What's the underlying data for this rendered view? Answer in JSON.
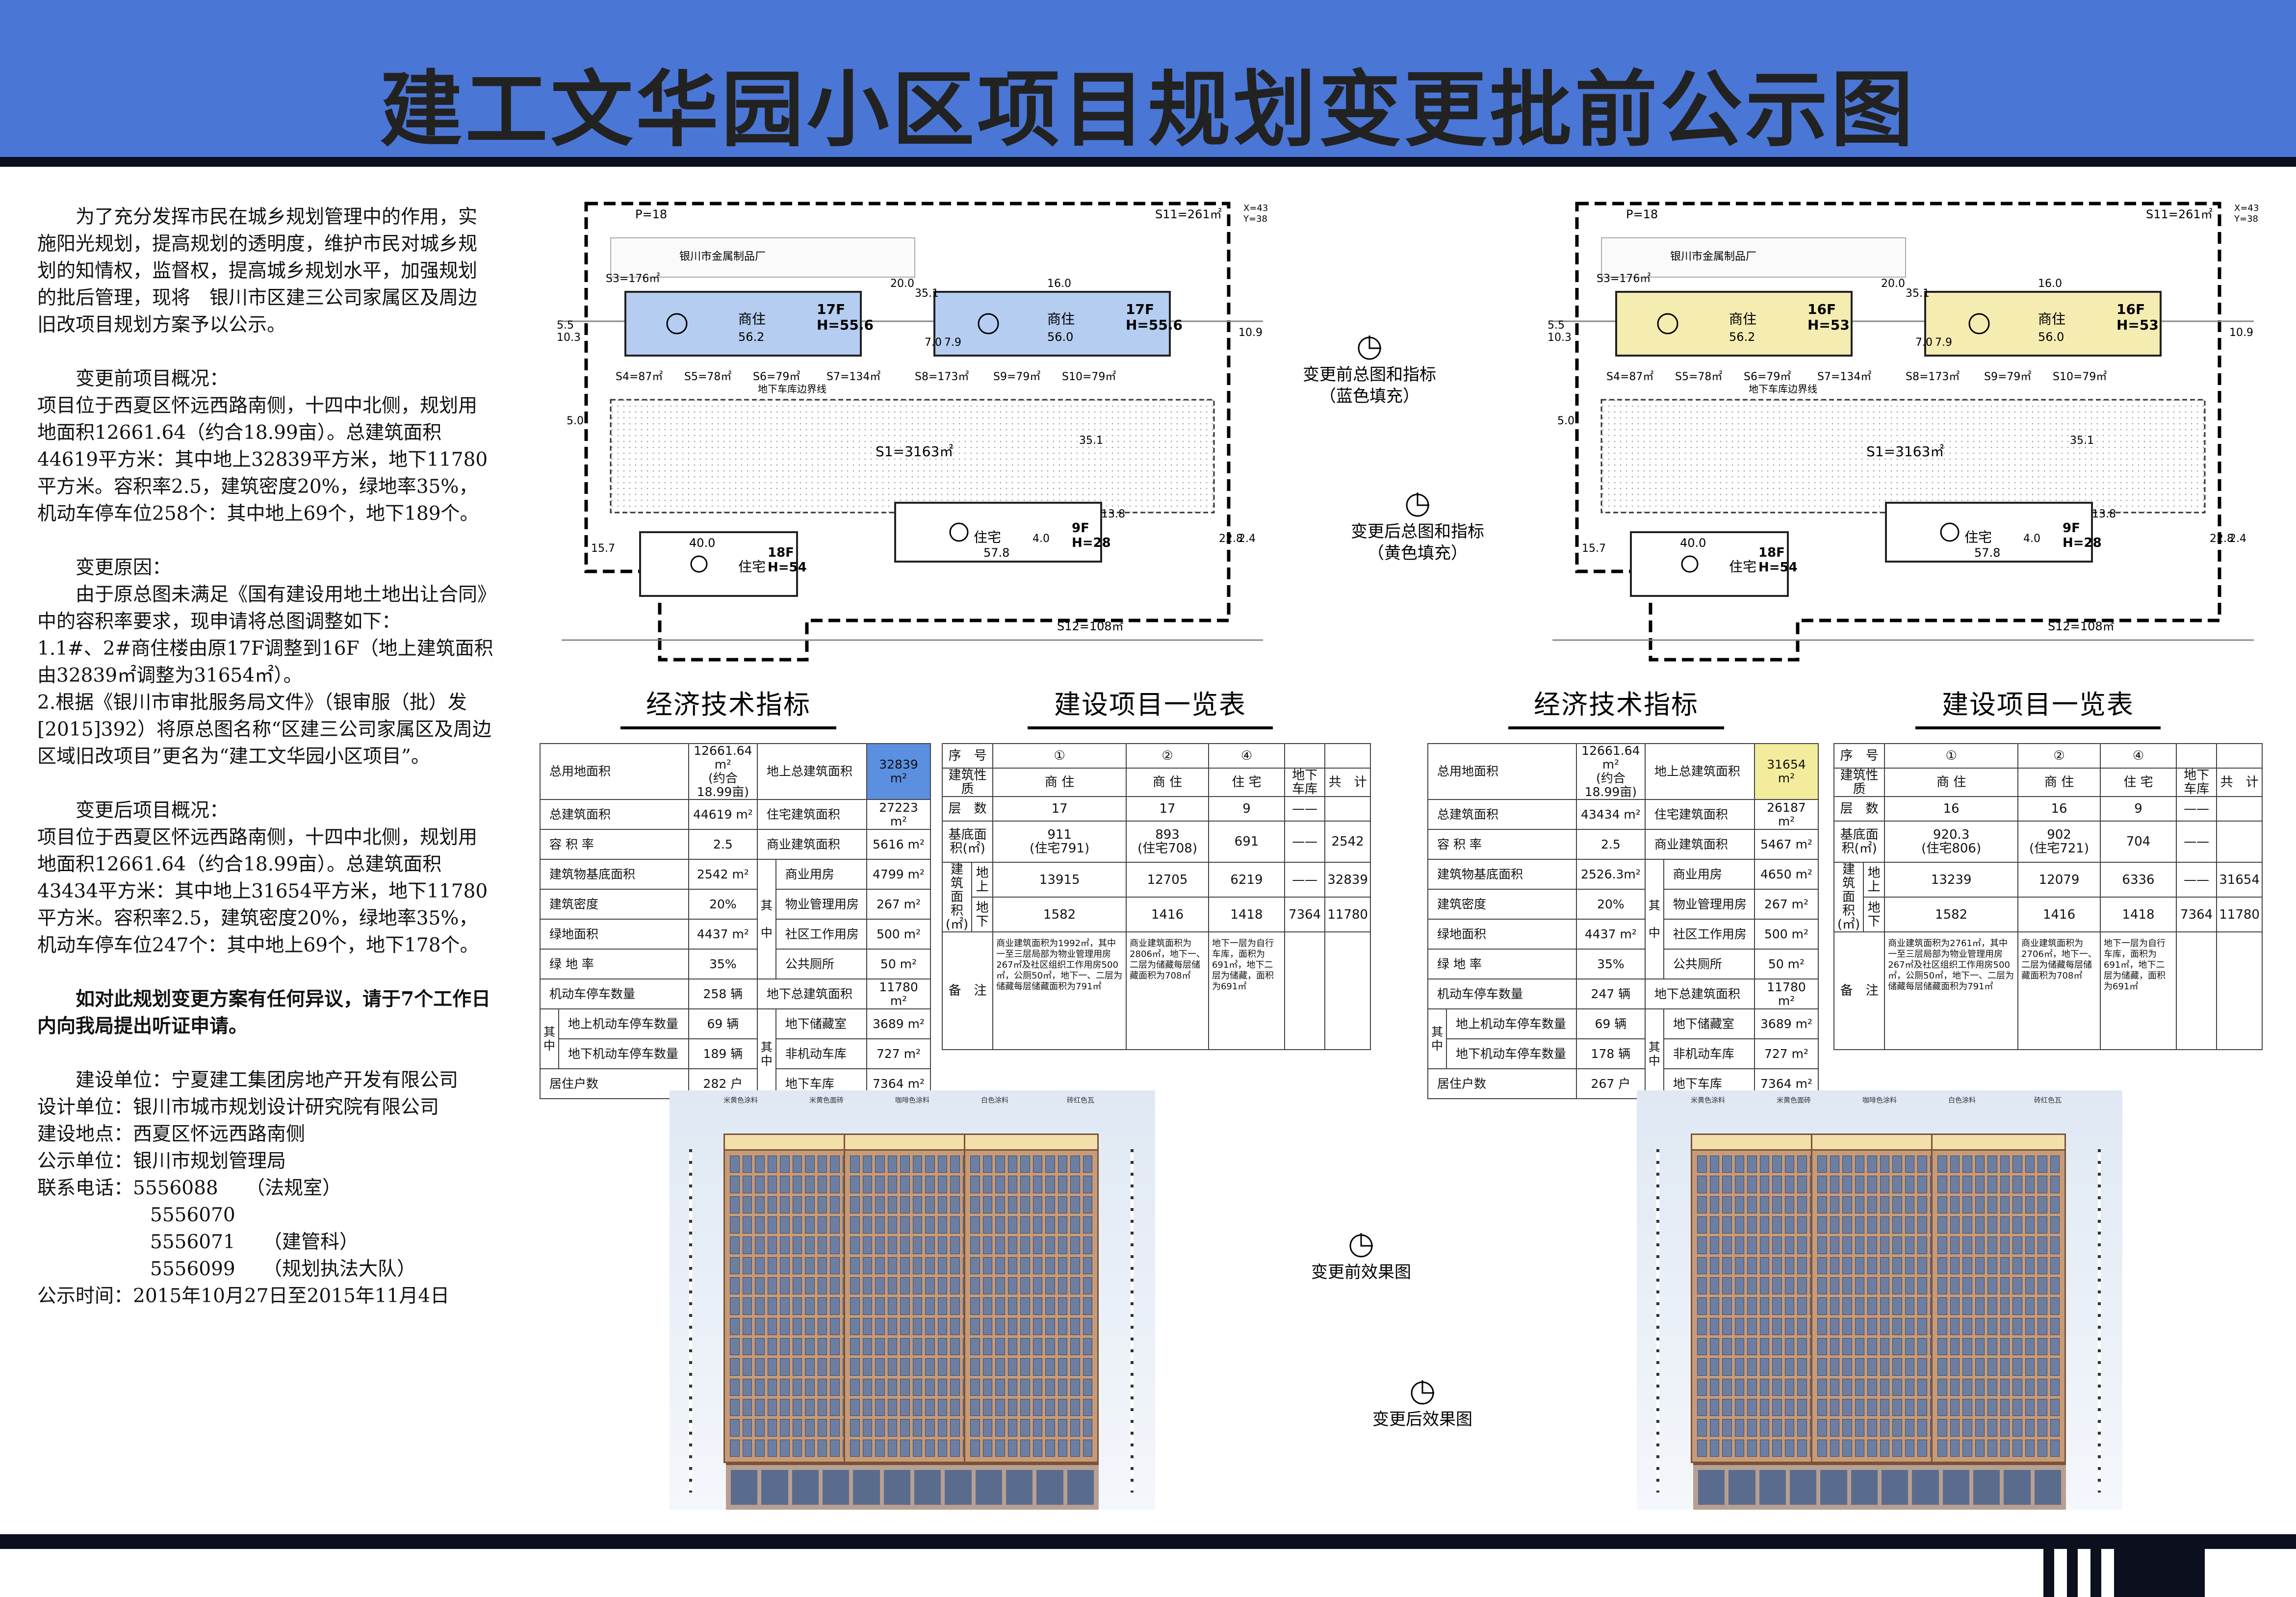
{
  "header": {
    "title": "建工文华园小区项目规划变更批前公示图"
  },
  "notice": {
    "intro": "为了充分发挥市民在城乡规划管理中的作用，实施阳光规划，提高规划的透明度，维护市民对城乡规划的知情权，监督权，提高城乡规划水平，加强规划的批后管理，现将　银川市区建三公司家属区及周边旧改项目规划方案予以公示。",
    "before_heading": "变更前项目概况：",
    "before_text": "项目位于西夏区怀远西路南侧，十四中北侧，规划用地面积12661.64（约合18.99亩）。总建筑面积44619平方米：其中地上32839平方米，地下11780平方米。容积率2.5，建筑密度20%，绿地率35%，机动车停车位258个：其中地上69个，地下189个。",
    "reason_heading": "变更原因：",
    "reason_text": "由于原总图未满足《国有建设用地土地出让合同》中的容积率要求，现申请将总图调整如下：",
    "reason_1": "1.1#、2#商住楼由原17F调整到16F（地上建筑面积由32839㎡调整为31654㎡）。",
    "reason_2": "2.根据《银川市审批服务局文件》（银审服（批）发[2015]392）将原总图名称“区建三公司家属区及周边区域旧改项目”更名为“建工文华园小区项目”。",
    "after_heading": "变更后项目概况：",
    "after_text": "项目位于西夏区怀远西路南侧，十四中北侧，规划用地面积12661.64（约合18.99亩）。总建筑面积43434平方米：其中地上31654平方米，地下11780平方米。容积率2.5，建筑密度20%，绿地率35%，机动车停车位247个：其中地上69个，地下178个。",
    "objection": "如对此规划变更方案有任何异议，请于7个工作日内向我局提出听证申请。",
    "builder": "建设单位：宁夏建工集团房地产开发有限公司",
    "designer": "设计单位：银川市城市规划设计研究院有限公司",
    "location": "建设地点：西夏区怀远西路南侧",
    "publisher": "公示单位：银川市规划管理局",
    "phone_label": "联系电话：",
    "phones": [
      {
        "num": "5556088",
        "dept": "（法规室）"
      },
      {
        "num": "5556070",
        "dept": ""
      },
      {
        "num": "5556071",
        "dept": "（建管科）"
      },
      {
        "num": "5556099",
        "dept": "（规划执法大队）"
      }
    ],
    "period": "公示时间：2015年10月27日至2015年11月4日"
  },
  "plans": {
    "fill_before": "#b5cdf0",
    "fill_after": "#f5ecb2",
    "roads": {
      "north": "P=18",
      "south": "S12=108㎡",
      "parking": "S11=261㎡",
      "basement": "地下车库边界线"
    },
    "labels": {
      "lot": "S1=3163㎡",
      "factory": "银川市金属制品厂",
      "shop": "商住",
      "housing": "住宅",
      "north_label": "X=43\nY=38",
      "s_items": [
        "S3=176㎡",
        "S4=87㎡",
        "S5=78㎡",
        "S6=79㎡",
        "S7=134㎡",
        "S8=173㎡",
        "S9=79㎡",
        "S10=79㎡"
      ],
      "dims": [
        "56.2",
        "56.0",
        "57.8",
        "40.0",
        "16.0",
        "35.1",
        "22.8",
        "13.8",
        "15.7",
        "5.0",
        "10.9",
        "10.3",
        "5.5",
        "20.0",
        "7.0",
        "7.9",
        "4.0",
        "2.4"
      ],
      "low": "18F\nH=54",
      "mid": "9F\nH=28"
    },
    "before": {
      "b1": "17F\nH=55.6",
      "b2": "17F\nH=55.6"
    },
    "after": {
      "b1": "16F\nH=53",
      "b2": "16F\nH=53"
    }
  },
  "legends": {
    "before_plan": "变更前总图和指标\n（蓝色填充）",
    "after_plan": "变更后总图和指标\n（黄色填充）",
    "before_render": "变更前效果图",
    "after_render": "变更后效果图"
  },
  "sections": {
    "indicators": "经济技术指标",
    "projects": "建设项目一览表"
  },
  "indicators": {
    "side_qi": "其",
    "side_zhong": "中",
    "rows_left": [
      "总用地面积",
      "总建筑面积",
      "容 积 率",
      "建筑物基底面积",
      "建筑密度",
      "绿地面积",
      "绿 地 率",
      "机动车停车数量",
      "地上机动车停车数量",
      "地下机动车停车数量",
      "居住户数"
    ],
    "rows_right": [
      "地上总建筑面积",
      "住宅建筑面积",
      "商业建筑面积",
      "商业用房",
      "物业管理用房",
      "社区工作用房",
      "公共厕所",
      "地下总建筑面积",
      "地下储藏室",
      "非机动车库",
      "地下车库"
    ],
    "before": {
      "left_vals": [
        "12661.64 m²\n(约合18.99亩)",
        "44619 m²",
        "2.5",
        "2542 m²",
        "20%",
        "4437 m²",
        "35%",
        "258 辆",
        "69 辆",
        "189 辆",
        "282 户"
      ],
      "right_vals": [
        "32839 m²",
        "27223 m²",
        "5616 m²",
        "4799 m²",
        "267 m²",
        "500 m²",
        "50 m²",
        "11780 m²",
        "3689 m²",
        "727 m²",
        "7364 m²"
      ]
    },
    "after": {
      "left_vals": [
        "12661.64 m²\n(约合18.99亩)",
        "43434 m²",
        "2.5",
        "2526.3m²",
        "20%",
        "4437 m²",
        "35%",
        "247 辆",
        "69 辆",
        "178 辆",
        "267 户"
      ],
      "right_vals": [
        "31654 m²",
        "26187 m²",
        "5467 m²",
        "4650 m²",
        "267 m²",
        "500 m²",
        "50 m²",
        "11780 m²",
        "3689 m²",
        "727 m²",
        "7364 m²"
      ]
    }
  },
  "projects": {
    "col_no": "序　号",
    "nos": [
      "①",
      "②",
      "④"
    ],
    "col_nature": "建筑性质",
    "natures": [
      "商 住",
      "商 住",
      "住 宅"
    ],
    "garage": "地下车库",
    "total": "共　计",
    "floors": "层　数",
    "base": "基底面积(㎡)",
    "area": "建筑\n面积\n(㎡)",
    "above": "地上",
    "below": "地下",
    "remark": "备　注",
    "before": {
      "floors": [
        "17",
        "17",
        "9",
        "——",
        ""
      ],
      "base": [
        "911\n(住宅791)",
        "893\n(住宅708)",
        "691",
        "——",
        "2542"
      ],
      "above": [
        "13915",
        "12705",
        "6219",
        "——",
        "32839"
      ],
      "below": [
        "1582",
        "1416",
        "1418",
        "7364",
        "11780"
      ],
      "notes": [
        "商业建筑面积为1992㎡，其中一至三层局部为物业管理用房267㎡及社区组织工作用房500㎡，公厕50㎡，地下一、二层为储藏每层储藏面积为791㎡",
        "商业建筑面积为2806㎡，地下一、二层为储藏每层储藏面积为708㎡",
        "地下一层为自行车库，面积为691㎡，地下二层为储藏，面积为691㎡",
        "",
        ""
      ]
    },
    "after": {
      "floors": [
        "16",
        "16",
        "9",
        "——",
        ""
      ],
      "base": [
        "920.3\n(住宅806)",
        "902\n(住宅721)",
        "704",
        "——",
        ""
      ],
      "above": [
        "13239",
        "12079",
        "6336",
        "——",
        "31654"
      ],
      "below": [
        "1582",
        "1416",
        "1418",
        "7364",
        "11780"
      ],
      "notes": [
        "商业建筑面积为2761㎡，其中一至三层局部为物业管理用房267㎡及社区组织工作用房500㎡，公厕50㎡，地下一、二层为储藏每层储藏面积为791㎡",
        "商业建筑面积为2706㎡，地下一、二层为储藏每层储藏面积为708㎡",
        "地下一层为自行车库，面积为691㎡，地下二层为储藏，面积为691㎡",
        "",
        ""
      ]
    }
  },
  "renders": {
    "labels": [
      "米黄色涂料",
      "米黄色面砖",
      "咖啡色涂料",
      "白色涂料",
      "砖红色瓦"
    ],
    "wall": "#c79a78",
    "cap": "#f2dfa9",
    "glass": "#6c7ea1"
  }
}
